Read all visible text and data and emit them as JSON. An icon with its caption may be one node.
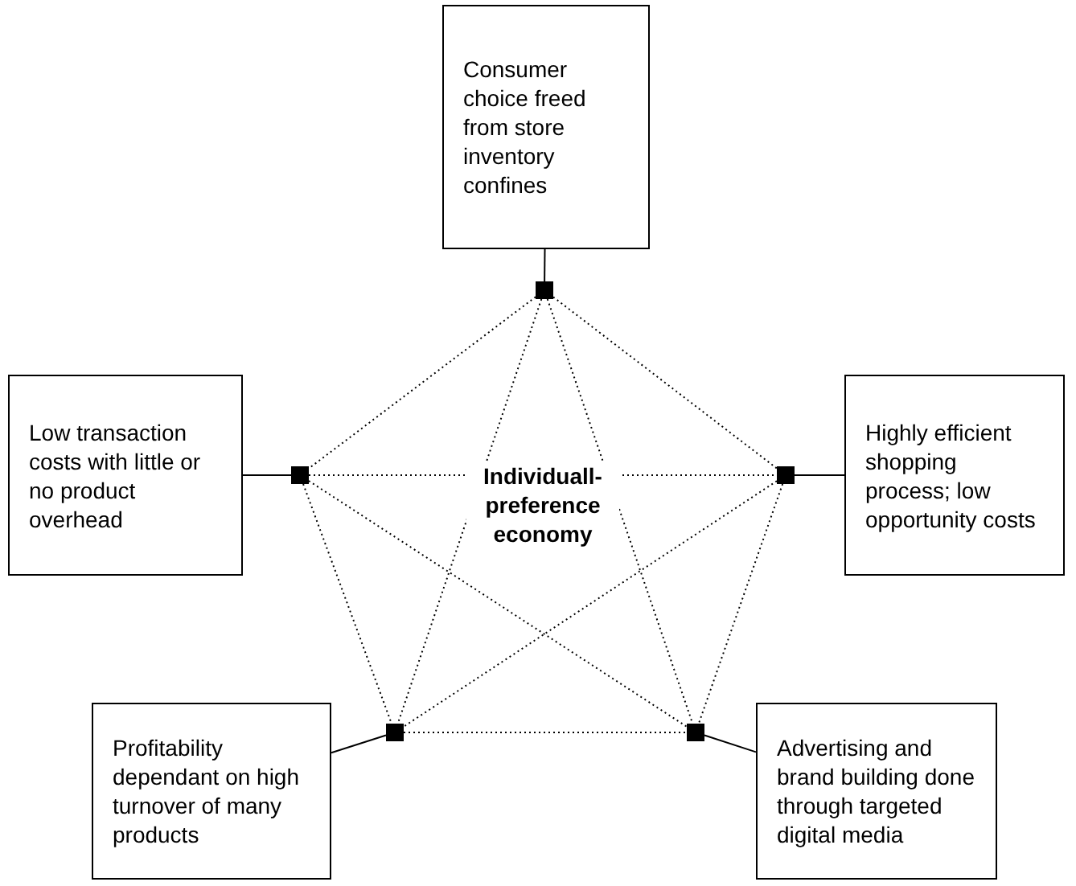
{
  "diagram": {
    "nodes": [
      {
        "text": [
          "Consumer choice freed from store inventory confines"
        ]
      },
      {
        "text": [
          "Low transaction costs with little or no product overhead"
        ]
      },
      {
        "text": [
          "Highly efficient shopping process; low opportunity costs"
        ]
      },
      {
        "text": [
          "Profitability dependant on high turnover of many products"
        ]
      },
      {
        "text": [
          "Advertising and brand building done through targeted digital media"
        ]
      },
      {
        "text": [],
        "shape": "box"
      },
      {
        "text": [],
        "shape": "box"
      },
      {
        "text": [],
        "shape": "box"
      },
      {
        "text": [],
        "shape": "box"
      },
      {
        "text": [],
        "shape": "box"
      }
    ],
    "edges": [
      {
        "from": 0,
        "to": 5,
        "arrow": "none"
      },
      {
        "from": 1,
        "to": 6,
        "arrow": "none"
      },
      {
        "from": 2,
        "to": 7,
        "arrow": "none"
      },
      {
        "from": 3,
        "to": 8,
        "arrow": "none"
      },
      {
        "from": 4,
        "to": 9,
        "arrow": "none"
      },
      {
        "from": 5,
        "to": 6,
        "arrow": "none",
        "style": "dashed"
      },
      {
        "from": 5,
        "to": 7,
        "arrow": "none",
        "style": "dashed"
      },
      {
        "from": 5,
        "to": 8,
        "arrow": "none",
        "style": "dashed"
      },
      {
        "from": 5,
        "to": 9,
        "arrow": "none",
        "style": "dashed"
      },
      {
        "from": 6,
        "to": 7,
        "arrow": "none",
        "style": "dashed"
      },
      {
        "from": 6,
        "to": 8,
        "arrow": "none",
        "style": "dashed"
      },
      {
        "from": 6,
        "to": 9,
        "arrow": "none",
        "style": "dashed"
      },
      {
        "from": 7,
        "to": 8,
        "arrow": "none",
        "style": "dashed"
      },
      {
        "from": 7,
        "to": 9,
        "arrow": "none",
        "style": "dashed"
      },
      {
        "from": 8,
        "to": 9,
        "arrow": "none",
        "style": "dashed"
      }
    ],
    "labels": [
      "Individuall-preference economy"
    ]
  }
}
